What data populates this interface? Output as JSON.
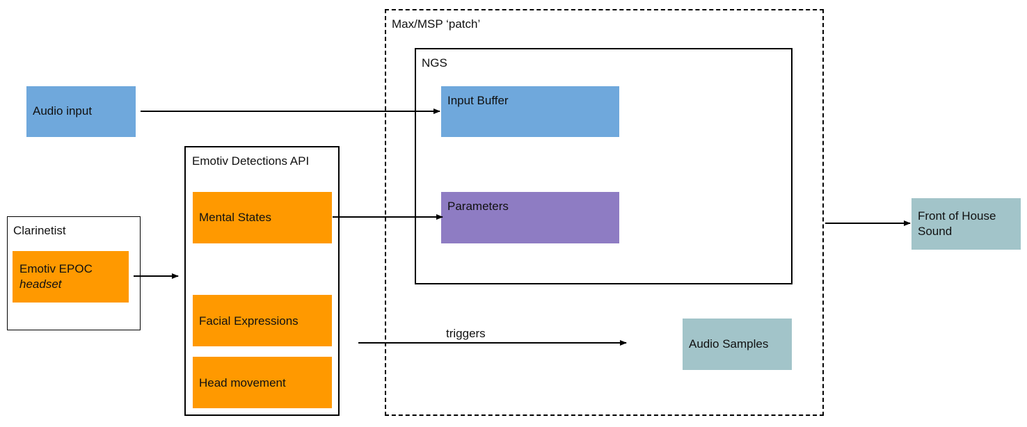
{
  "patch": {
    "label": "Max/MSP ‘patch’"
  },
  "ngs": {
    "label": "NGS"
  },
  "audio_input": {
    "label": "Audio input"
  },
  "input_buffer": {
    "label": "Input Buffer"
  },
  "parameters": {
    "label": "Parameters"
  },
  "emotiv_api": {
    "label": "Emotiv Detections API",
    "mental_states": "Mental States",
    "facial_expressions": "Facial Expressions",
    "head_movement": "Head movement"
  },
  "clarinetist": {
    "label": "Clarinetist",
    "headset_line1": "Emotiv EPOC",
    "headset_line2": "headset"
  },
  "audio_samples": {
    "label": "Audio Samples"
  },
  "front_of_house": {
    "line1": "Front of House",
    "line2": "Sound"
  },
  "triggers_label": "triggers",
  "colors": {
    "blue": "#6fa8dc",
    "orange": "#ff9900",
    "purple": "#8e7cc3",
    "teal": "#a2c4c9"
  }
}
